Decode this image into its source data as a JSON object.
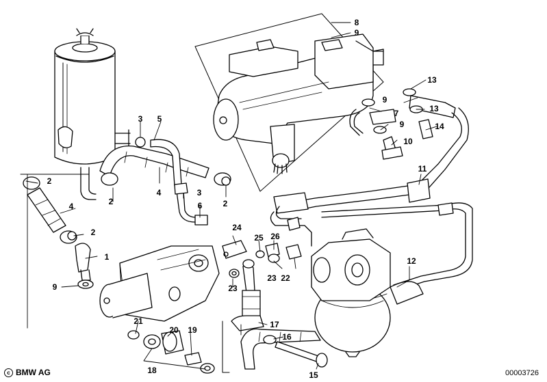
{
  "footer": {
    "brand": "BMW AG",
    "diagram_number": "00003726"
  },
  "callouts": {
    "c8": "8",
    "c9a": "9",
    "c13a": "13",
    "c9b": "9",
    "c13b": "13",
    "c7": "7",
    "c9c": "9",
    "c14": "14",
    "c10": "10",
    "c3a": "3",
    "c5": "5",
    "c2a": "2",
    "c2b": "2",
    "c4a": "4",
    "c4b": "4",
    "c3b": "3",
    "c2c": "2",
    "c6": "6",
    "c2d": "2",
    "c11": "11",
    "c24": "24",
    "c25": "25",
    "c26": "26",
    "c1": "1",
    "c9d": "9",
    "c12": "12",
    "c23a": "23",
    "c22": "22",
    "c23b": "23",
    "c17": "17",
    "c21": "21",
    "c20": "20",
    "c19": "19",
    "c16": "16",
    "c18": "18",
    "c15": "15"
  }
}
